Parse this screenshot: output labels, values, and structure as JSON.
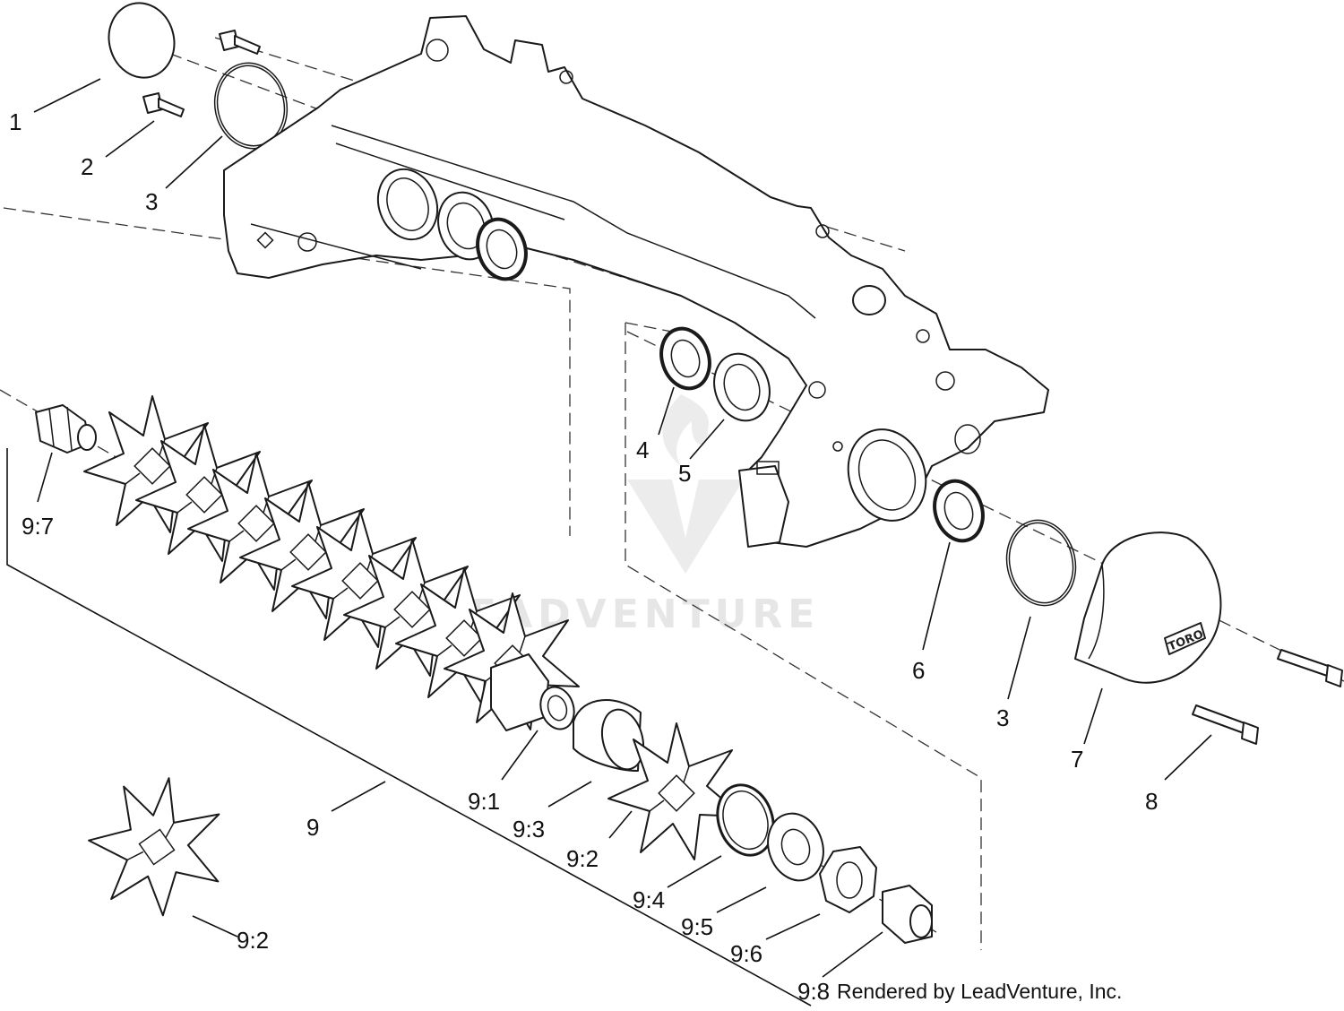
{
  "watermark": {
    "text": "LEADVENTURE",
    "color": "#e6e6e6"
  },
  "credit": "Rendered by LeadVenture, Inc.",
  "brand_mark": "TORO",
  "callouts": [
    {
      "id": "c1",
      "text": "1"
    },
    {
      "id": "c2",
      "text": "2"
    },
    {
      "id": "c3a",
      "text": "3"
    },
    {
      "id": "c3b",
      "text": "3"
    },
    {
      "id": "c4",
      "text": "4"
    },
    {
      "id": "c5",
      "text": "5"
    },
    {
      "id": "c6",
      "text": "6"
    },
    {
      "id": "c7",
      "text": "7"
    },
    {
      "id": "c8",
      "text": "8"
    },
    {
      "id": "c9",
      "text": "9"
    },
    {
      "id": "c91",
      "text": "9:1"
    },
    {
      "id": "c92a",
      "text": "9:2"
    },
    {
      "id": "c92b",
      "text": "9:2"
    },
    {
      "id": "c93",
      "text": "9:3"
    },
    {
      "id": "c94",
      "text": "9:4"
    },
    {
      "id": "c95",
      "text": "9:5"
    },
    {
      "id": "c96",
      "text": "9:6"
    },
    {
      "id": "c97",
      "text": "9:7"
    },
    {
      "id": "c98",
      "text": "9:8"
    }
  ]
}
